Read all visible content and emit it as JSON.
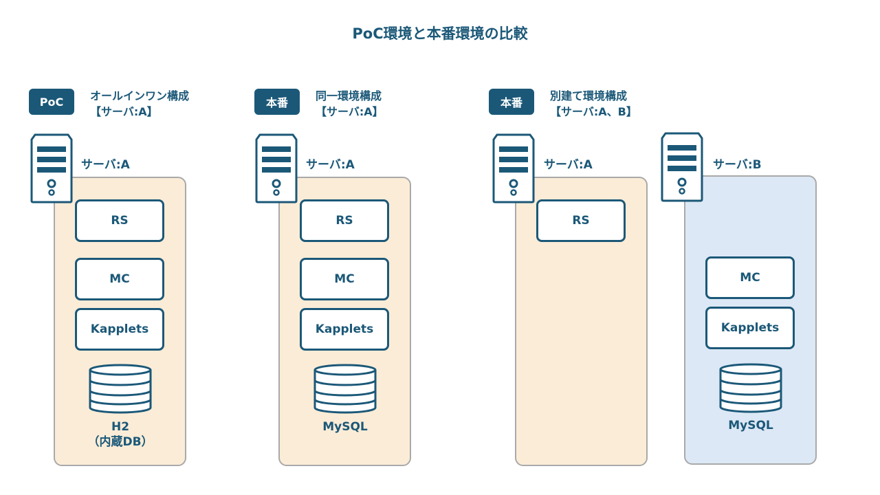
{
  "title": "PoC環境と本番環境の比較",
  "columns": [
    {
      "badge": "PoC",
      "caption_line1": "オールインワン構成",
      "caption_line2": "【サーバ:A】",
      "servers": [
        {
          "label": "サーバ:A",
          "components": [
            "RS",
            "MC",
            "Kapplets"
          ],
          "db_line1": "H2",
          "db_line2": "（内蔵DB）"
        }
      ]
    },
    {
      "badge": "本番",
      "caption_line1": "同一環境構成",
      "caption_line2": "【サーバ:A】",
      "servers": [
        {
          "label": "サーバ:A",
          "components": [
            "RS",
            "MC",
            "Kapplets"
          ],
          "db_line1": "MySQL"
        }
      ]
    },
    {
      "badge": "本番",
      "caption_line1": "別建て環境構成",
      "caption_line2": "【サーバ:A、B】",
      "servers": [
        {
          "label": "サーバ:A",
          "components": [
            "RS"
          ]
        },
        {
          "label": "サーバ:B",
          "components": [
            "MC",
            "Kapplets"
          ],
          "db_line1": "MySQL"
        }
      ]
    }
  ],
  "colors": {
    "primary": "#1b5878",
    "panel_orange": "#fbecd7",
    "panel_blue": "#dce8f5",
    "panel_border": "#a9a9a9"
  },
  "icons": {
    "server": "server-icon",
    "database": "database-icon"
  }
}
